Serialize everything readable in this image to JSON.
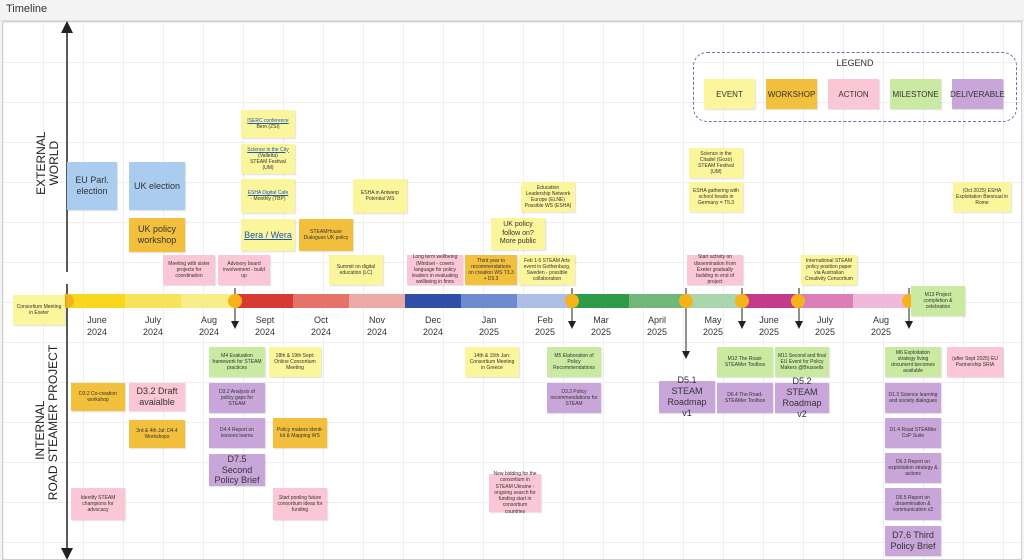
{
  "board_title": "Timeline",
  "lanes": {
    "external": [
      "EXTERNAL",
      "WORLD"
    ],
    "internal": [
      "INTERNAL",
      "ROAD STEAMER PROJECT"
    ]
  },
  "legend": {
    "title": "LEGEND",
    "items": [
      "EVENT",
      "WORKSHOP",
      "ACTION",
      "MILESTONE",
      "DELIVERABLE"
    ]
  },
  "colors": {
    "event": "#fbf59b",
    "workshop": "#f3c03e",
    "action": "#fbc6d6",
    "milestone": "#c9eaa0",
    "deliverable": "#c8a6d9",
    "external": "#a9ccef"
  },
  "months": [
    {
      "m": "June",
      "y": "2024"
    },
    {
      "m": "July",
      "y": "2024"
    },
    {
      "m": "Aug",
      "y": "2024"
    },
    {
      "m": "Sept",
      "y": "2024"
    },
    {
      "m": "Oct",
      "y": "2024"
    },
    {
      "m": "Nov",
      "y": "2024"
    },
    {
      "m": "Dec",
      "y": "2024"
    },
    {
      "m": "Jan",
      "y": "2025"
    },
    {
      "m": "Feb",
      "y": "2025"
    },
    {
      "m": "Mar",
      "y": "2025"
    },
    {
      "m": "April",
      "y": "2025"
    },
    {
      "m": "May",
      "y": "2025"
    },
    {
      "m": "June",
      "y": "2025"
    },
    {
      "m": "July",
      "y": "2025"
    },
    {
      "m": "Aug",
      "y": "2025"
    }
  ],
  "notes": {
    "consortium_exeter": "Consortium Meeting in Exeter",
    "m13": "M13 Project completion & celebration",
    "eu_parl": "EU Parl. election",
    "uk_election": "UK election",
    "uk_policy_ws": "UK policy workshop",
    "sister_projects": "Meeting with sister projects for coordination",
    "advisory_board": "Advisory board involvement - build up",
    "iserc": "ISERC conference",
    "iserc_loc": "Bern (ZSI)",
    "sitc_1": "Science in the City",
    "sitc_1_loc": "(Valletta)",
    "sitc_1_fest": "STEAM Festival (UM)",
    "esha_cafe": "ESHA Digital Cafe",
    "esha_cafe_rest": " - Monthly (TBP)",
    "bera": "Bera / Wera",
    "steamhouse": "STEAMHouse Dialogues UK policy",
    "esha_antwerp": "ESHA in Antwerp Potential WS",
    "summit": "Summit on digital education (LC)",
    "longterm": "Long term wellbeing (Mindset - covers language for policy leaders in evaluating wellbeing in finns",
    "third_year": "Third year to recommendations on creation WS T3.3 + D3.3",
    "feb_event": "Feb 1-5 STEAM Arts event in Gothenburg, Sweden - possible collaboration",
    "edu_network": "Education Leadership Network Europe (ELNE) Possible WS (ESHA)",
    "uk_followon": "UK policy follow on? More public",
    "start_activity": "Start activity on dissemination from Exeter gradually building to end of project",
    "sitc_2": "Science in the Citadel (Gozo) STEAM Festival (UM)",
    "esha_heads": "ESHA gathering with school heads in Germany = T5.3",
    "intl_steam": "International STEAM policy position paper via Australian Creativity Consortium",
    "esha_rome": "(Oct 2025) ESHA Exploitation Biennual in Rome",
    "d32_cocreation": "D3.2 Co-creation workshop",
    "d32_draft": "D3.2 Draft avaialble",
    "d44_workshops": "3rd & 4th Jul: D4.4 Workshops",
    "identify_champions": "Identify STEAM champions for advocacy",
    "m4": "M4 Evaluation framework for STEAM practices",
    "d32_analysis": "D3.2 Analysis of policy gaps for STEAM",
    "d44_report": "D4.4 Report on lessons learns",
    "d75": "D7.5 Second Policy Brief",
    "online_meeting": "18th & 19th Sept: Online Consortium Meeting",
    "policy_makers": "Policy makers identi-kit & Mapping WS",
    "funding": "Start pooling future consortium ideas for funding",
    "greece": "14th & 15th Jan: Consortium Meeting in Greece",
    "new_bidding": "New bidding for the consortium in STEAM Ukraine - ongoing search for funding start in consortium countries",
    "m5": "M5 Elaboration of Policy Recommendations",
    "d33": "D3.3 Policy recommendations for STEAM",
    "d51": "D5.1 STEAM Roadmap v1",
    "m12": "M12 The Road-STEAMer Toolbox",
    "d64": "D6.4 The Road-STEAMer Toolbox",
    "m11": "M11 Second and final EU Event for Policy Makers @Brussells",
    "d52": "D5.2 STEAM Roadmap v2",
    "m6": "M6 Exploitation strategy living document becomes available",
    "eu_partnership": "(after Sept 2025) EU Partnership SRIA",
    "d13": "D1.3 Science learning and society dialogues",
    "d14": "D1.4 Road STEAMer CoP Suite",
    "d63": "D6.3 Report on exploitation strategy & actions",
    "d65": "D6.5 Report on dissemination & communication v2",
    "d76": "D7.6 Third Policy Brief"
  }
}
